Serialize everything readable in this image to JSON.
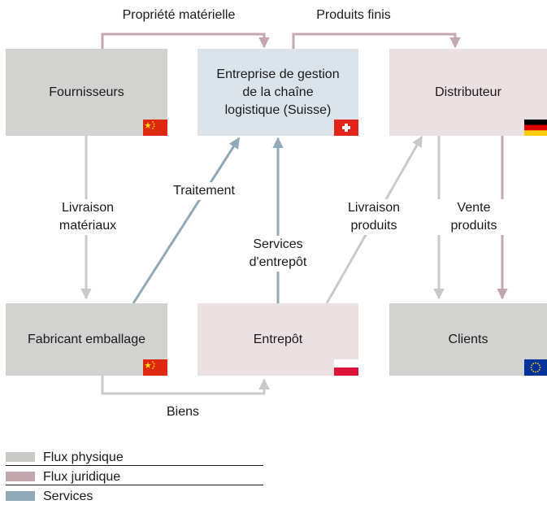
{
  "colors": {
    "physical": "#c9c9c8",
    "legal": "#c4a7ae",
    "services": "#8fa9b9",
    "box_gray": "#d2d2d1",
    "box_blue": "#dce4eb",
    "box_pink": "#ece1e2"
  },
  "nodes": {
    "fournisseurs": "Fournisseurs",
    "entreprise": "Entreprise de gestion de la chaîne logistique (Suisse)",
    "distributeur": "Distributeur",
    "fabricant": "Fabricant emballage",
    "entrepot": "Entrepôt",
    "clients": "Clients"
  },
  "flags": {
    "fournisseurs": "china-flag",
    "entreprise": "switzerland-flag",
    "distributeur": "germany-flag",
    "fabricant": "china-flag",
    "entrepot": "poland-flag",
    "clients": "eu-flag"
  },
  "edges": {
    "propriete": "Propriété matérielle",
    "produits_finis": "Produits finis",
    "livraison_materiaux": "Livraison matériaux",
    "traitement": "Traitement",
    "services_entrepot": "Services d'entrepôt",
    "livraison_produits": "Livraison produits",
    "vente_produits": "Vente produits",
    "biens": "Biens"
  },
  "legend": [
    {
      "label": "Flux physique",
      "color": "#c9c9c8"
    },
    {
      "label": "Flux juridique",
      "color": "#c4a7ae"
    },
    {
      "label": "Services",
      "color": "#8fa9b9"
    }
  ]
}
